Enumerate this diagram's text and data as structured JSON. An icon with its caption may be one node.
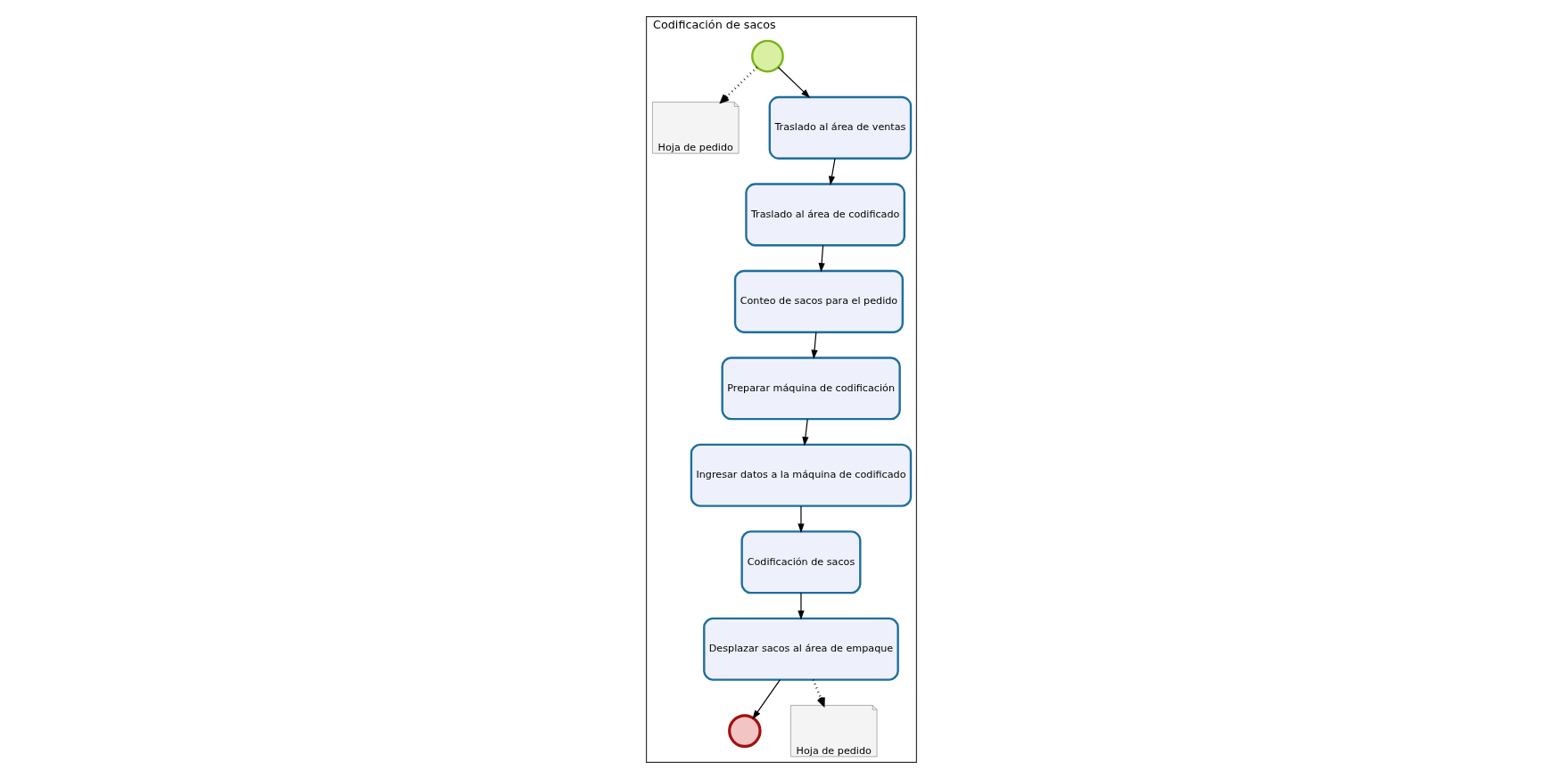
{
  "diagram": {
    "nodes": [
      {
        "text": [
          "Codificación de sacos"
        ]
      },
      {
        "text": [],
        "shape": "circle",
        "in": 0
      },
      {
        "text": [
          "Hoja de pedido"
        ],
        "in": 0
      },
      {
        "text": [
          "Traslado al área de ventas"
        ],
        "in": 0
      },
      {
        "text": [
          "Traslado al área de codificado"
        ],
        "in": 0
      },
      {
        "text": [
          "Conteo de sacos para el pedido"
        ],
        "in": 0
      },
      {
        "text": [
          "Preparar máquina de codificación"
        ],
        "in": 0
      },
      {
        "text": [
          "Ingresar datos a la máquina de codificado"
        ],
        "in": 0
      },
      {
        "text": [
          "Codificación de sacos"
        ],
        "in": 0
      },
      {
        "text": [
          "Desplazar sacos al área de empaque"
        ],
        "in": 0
      },
      {
        "text": [],
        "shape": "circle",
        "in": 0
      },
      {
        "text": [
          "Hoja de pedido"
        ],
        "in": 0
      }
    ],
    "edges": [
      {
        "from": 1,
        "to": 3,
        "arrow": "to"
      },
      {
        "from": 1,
        "to": 2,
        "arrow": "to",
        "style": "dashed"
      },
      {
        "from": 3,
        "to": 4,
        "arrow": "to"
      },
      {
        "from": 4,
        "to": 5,
        "arrow": "to"
      },
      {
        "from": 5,
        "to": 6,
        "arrow": "to"
      },
      {
        "from": 6,
        "to": 7,
        "arrow": "to"
      },
      {
        "from": 7,
        "to": 8,
        "arrow": "to"
      },
      {
        "from": 8,
        "to": 9,
        "arrow": "to"
      },
      {
        "from": 9,
        "to": 10,
        "arrow": "to"
      },
      {
        "from": 9,
        "to": 11,
        "arrow": "to",
        "style": "dashed"
      }
    ]
  }
}
